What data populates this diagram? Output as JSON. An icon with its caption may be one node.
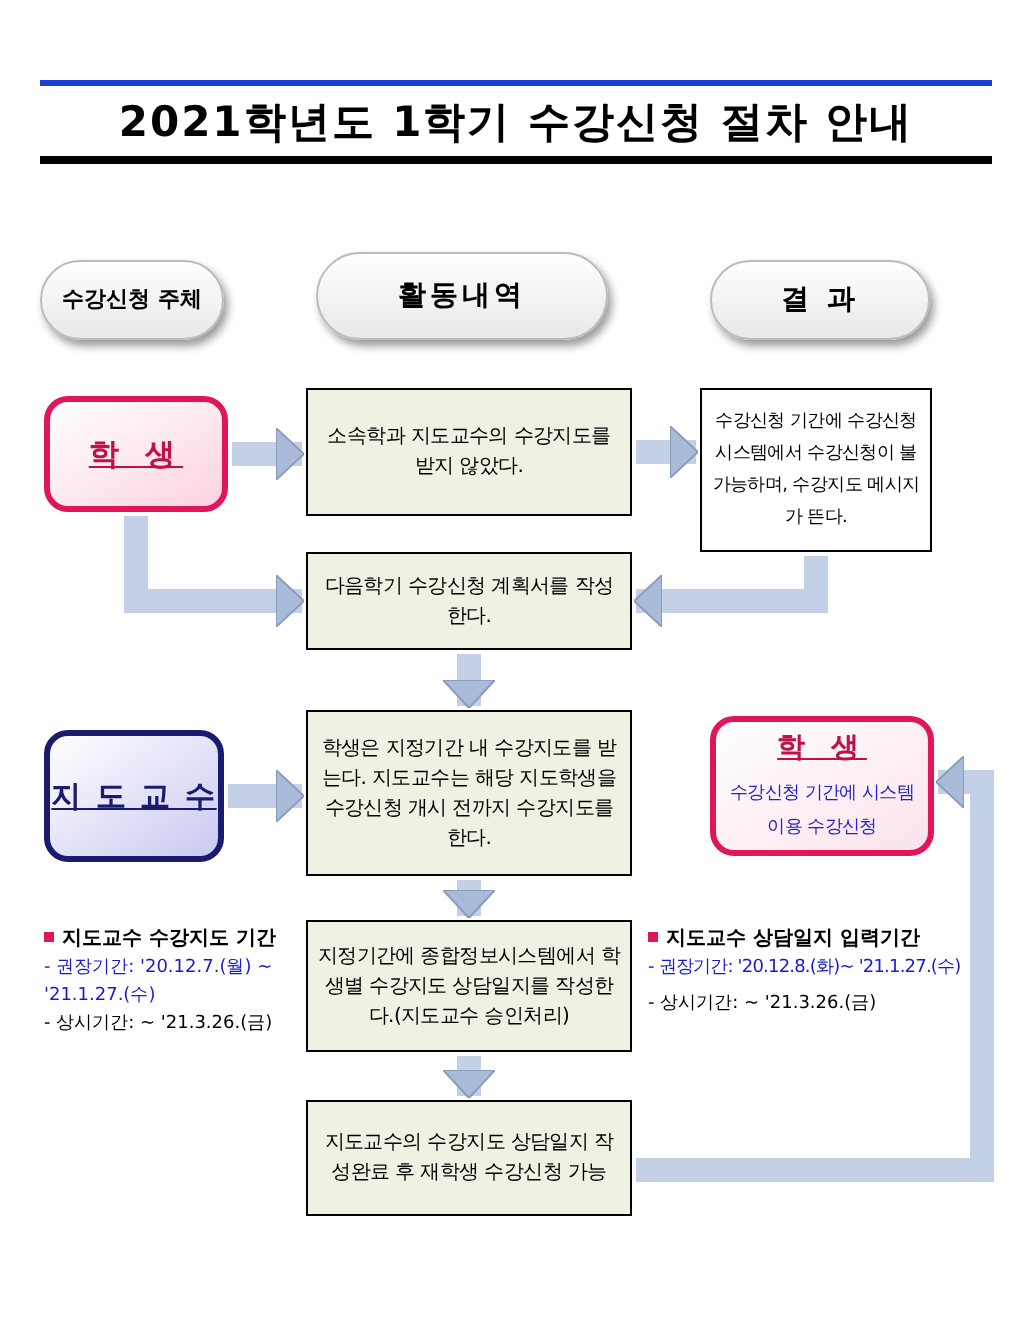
{
  "diagram": {
    "title": "2021학년도 1학기 수강신청 절차 안내",
    "nodes": [
      {
        "text": [
          "수강신청 주체"
        ]
      },
      {
        "text": [
          "활동내역"
        ]
      },
      {
        "text": [
          "결 과"
        ]
      },
      {
        "text": [
          "학 생"
        ]
      },
      {
        "text": [
          "소속학과 지도교수의 수강지도를 받지 않았다."
        ]
      },
      {
        "text": [
          "수강신청 기간에 수강신청시스템에서 수강신청이 불가능하며, 수강지도 메시지가 뜬다."
        ]
      },
      {
        "text": [
          "다음학기 수강신청 계획서를 작성한다."
        ]
      },
      {
        "text": [
          "지 도 교 수"
        ]
      },
      {
        "text": [
          "학생은 지정기간 내 수강지도를 받는다. 지도교수는 해당 지도학생을 수강신청 개시 전까지 수강지도를 한다."
        ]
      },
      {
        "text": [
          "학 생",
          "수강신청 기간에 시스템이용 수강신청"
        ]
      },
      {
        "text": [
          "지정기간에 종합정보시스템에서 학생별 수강지도 상담일지를 작성한다.(지도교수 승인처리)"
        ]
      },
      {
        "text": [
          "지도교수의 수강지도 상담일지 작성완료 후 재학생 수강신청 가능"
        ]
      }
    ],
    "edges": [
      {
        "from": 3,
        "to": 4,
        "arrow": "to"
      },
      {
        "from": 4,
        "to": 5,
        "arrow": "to"
      },
      {
        "from": 3,
        "to": 6,
        "arrow": "to"
      },
      {
        "from": 5,
        "to": 6,
        "arrow": "to"
      },
      {
        "from": 6,
        "to": 8,
        "arrow": "to"
      },
      {
        "from": 7,
        "to": 8,
        "arrow": "to"
      },
      {
        "from": 8,
        "to": 10,
        "arrow": "to"
      },
      {
        "from": 10,
        "to": 11,
        "arrow": "to"
      },
      {
        "from": 11,
        "to": 9,
        "arrow": "to"
      }
    ],
    "labels": [
      "지도교수 수강지도 기간",
      "- 권장기간: '20.12.7.(월) ~ '21.1.27.(수)",
      "- 상시기간: ~ '21.3.26.(금)",
      "지도교수 상담일지 입력기간",
      "- 권장기간: '20.12.8.(화)~ '21.1.27.(수)",
      "- 상시기간: ~ '21.3.26.(금)"
    ]
  }
}
